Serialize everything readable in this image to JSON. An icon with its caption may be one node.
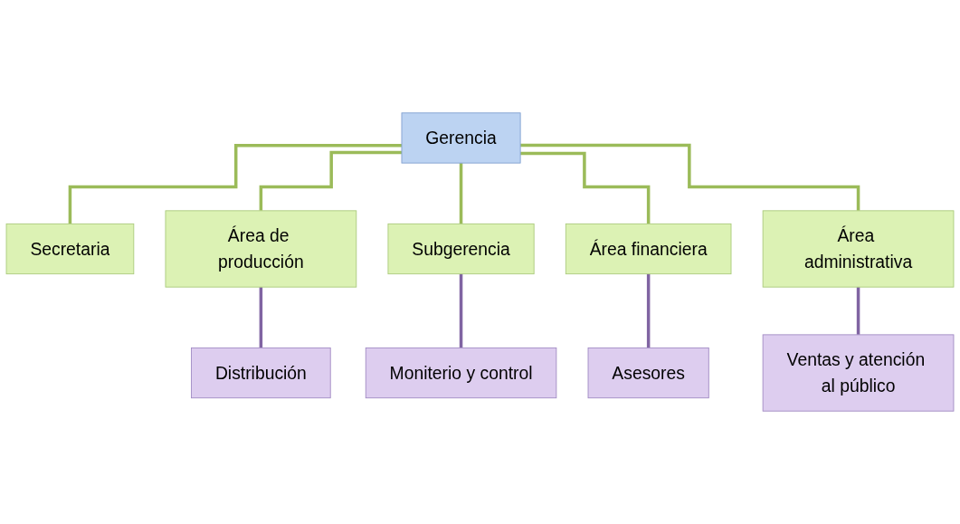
{
  "diagram": {
    "nodes": [
      {
        "text": [
          "Gerencia"
        ]
      },
      {
        "text": [
          "Secretaria"
        ]
      },
      {
        "text": [
          "Área de producción"
        ]
      },
      {
        "text": [
          "Subgerencia"
        ]
      },
      {
        "text": [
          "Área financiera"
        ]
      },
      {
        "text": [
          "Área administrativa"
        ]
      },
      {
        "text": [
          "Distribución"
        ]
      },
      {
        "text": [
          "Moniterio y control"
        ]
      },
      {
        "text": [
          "Asesores"
        ]
      },
      {
        "text": [
          "Ventas y atención al público"
        ]
      }
    ],
    "edges": [
      {
        "from": 0,
        "to": 1,
        "arrow": "none"
      },
      {
        "from": 0,
        "to": 2,
        "arrow": "none"
      },
      {
        "from": 0,
        "to": 3,
        "arrow": "none"
      },
      {
        "from": 0,
        "to": 4,
        "arrow": "none"
      },
      {
        "from": 0,
        "to": 5,
        "arrow": "none"
      },
      {
        "from": 2,
        "to": 6,
        "arrow": "none",
        "color": "#8064a2"
      },
      {
        "from": 3,
        "to": 7,
        "arrow": "none",
        "color": "#8064a2"
      },
      {
        "from": 4,
        "to": 8,
        "arrow": "none",
        "color": "#8064a2"
      },
      {
        "from": 5,
        "to": 9,
        "arrow": "none",
        "color": "#8064a2"
      }
    ]
  }
}
